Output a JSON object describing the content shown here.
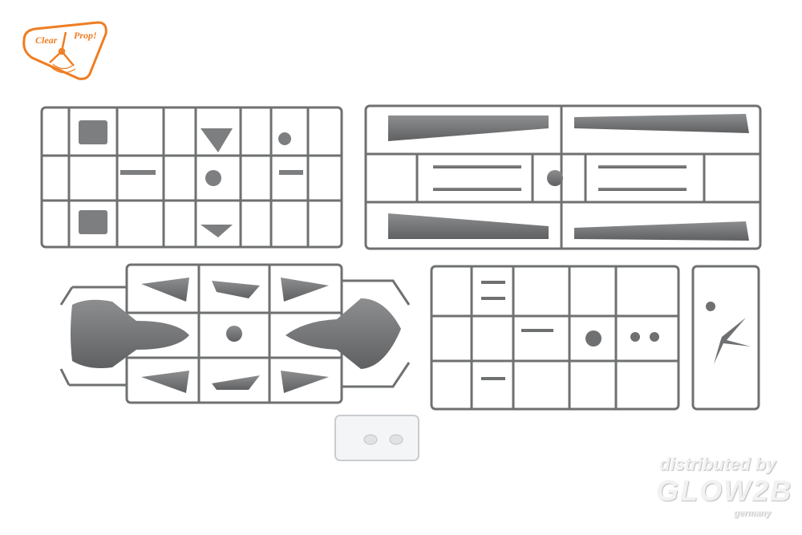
{
  "logo": {
    "text_left": "Clear",
    "text_right": "Prop!",
    "color": "#ef7d22"
  },
  "watermark": {
    "line1": "distributed by",
    "line2": "GLOW2B",
    "line3": "germany"
  },
  "colors": {
    "sprue": "#6f7072",
    "part": "#7d7e80",
    "clear": "#d8dcdf"
  }
}
